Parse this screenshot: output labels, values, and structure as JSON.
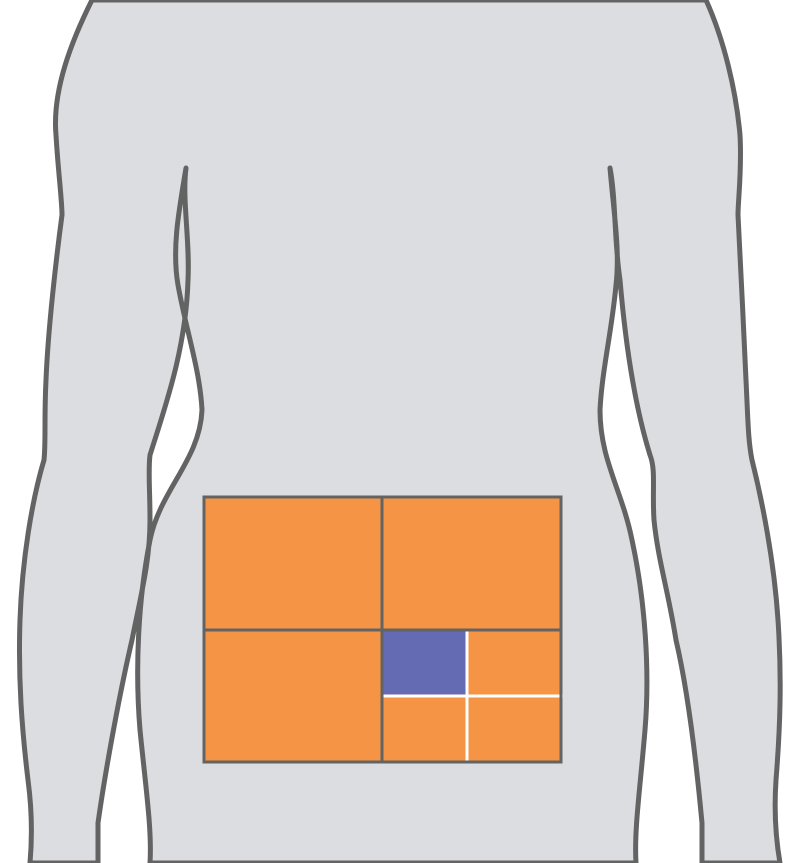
{
  "colors": {
    "background": "#ffffff",
    "body_fill": "#dcdde0",
    "outline": "#636363",
    "region_fill": "#f69446",
    "highlight_fill": "#646bb3",
    "subdivision_line": "#ffffff"
  },
  "diagram": {
    "grid": {
      "columns": 2,
      "rows": 2
    },
    "highlighted_cell": {
      "quadrant_row": 2,
      "quadrant_column": 2,
      "sub_row": 1,
      "sub_column": 1
    },
    "subdivided_quadrant": {
      "row": 2,
      "column": 2,
      "sub_rows": 2,
      "sub_columns": 2
    }
  }
}
